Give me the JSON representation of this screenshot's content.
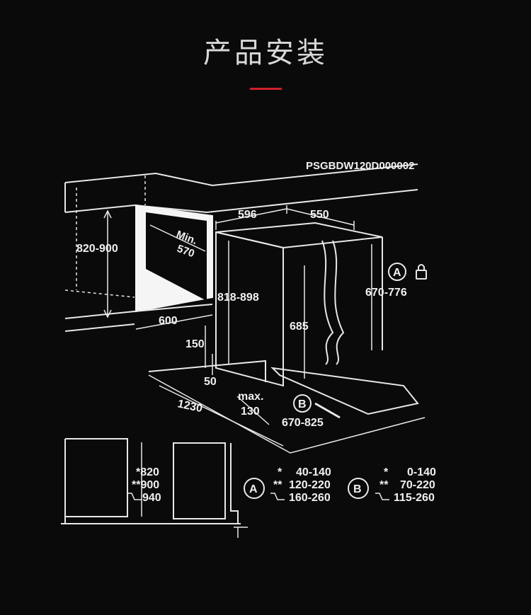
{
  "header": {
    "title": "产品安装",
    "accent_color": "#d0202a"
  },
  "diagram": {
    "model_code": "PSGBDW120D000002",
    "dims": {
      "niche_height": "820-900",
      "min_depth_label": "Min.",
      "min_depth_value": "570",
      "niche_depth": "600",
      "width": "596",
      "depth": "550",
      "appliance_height": "818-898",
      "door_height": "685",
      "range_a_height": "670-776",
      "toe_150": "150",
      "toe_50": "50",
      "max_label": "max.",
      "max_value": "130",
      "total_1230": "1230",
      "range_b": "670-825"
    },
    "markers": {
      "a": "A",
      "b": "B"
    },
    "side_view": {
      "heights": [
        "*820",
        "**900",
        "940"
      ]
    },
    "table_a": {
      "stars": [
        "*",
        "**"
      ],
      "values": [
        "40-140",
        "120-220",
        "160-260"
      ]
    },
    "table_b": {
      "stars": [
        "*",
        "**"
      ],
      "values": [
        "0-140",
        "70-220",
        "115-260"
      ]
    },
    "icons": [
      "lock-icon",
      "cart-icon"
    ]
  }
}
